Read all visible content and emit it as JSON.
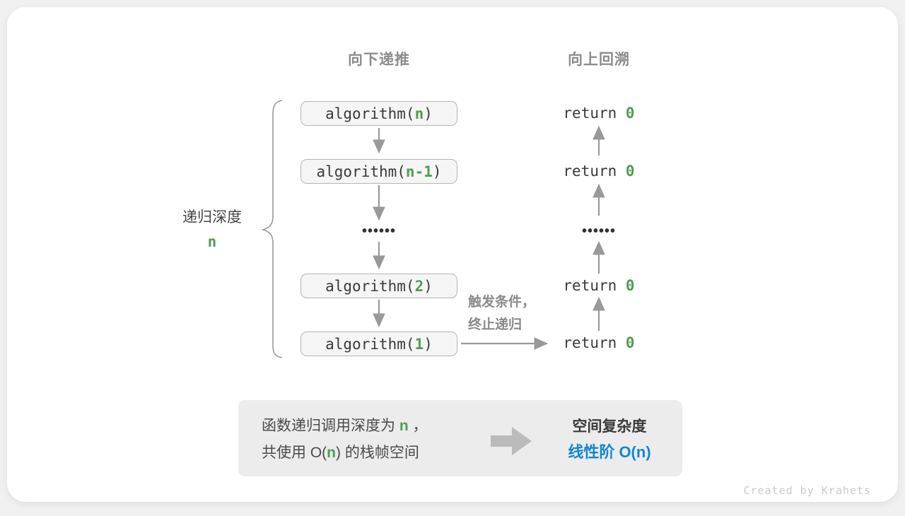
{
  "colors": {
    "accent_green": "#4f9e53",
    "accent_blue": "#1486d2",
    "muted_gray": "#8c8c8c",
    "arrow_gray": "#999999",
    "code_text": "#3a3a3a",
    "box_fill": "#f5f5f5",
    "box_border": "#b5b5b5",
    "summary_bg": "#ececec",
    "watermark_gray": "#c9c9c9"
  },
  "headers": {
    "downward": "向下递推",
    "upward": "向上回溯"
  },
  "depth_label": {
    "text": "递归深度",
    "value": "n"
  },
  "recursion_column": {
    "boxes": [
      {
        "pre": "algorithm(",
        "arg": "n",
        "post": ")"
      },
      {
        "pre": "algorithm(",
        "arg": "n-1",
        "post": ")"
      },
      {
        "pre": "algorithm(",
        "arg": "2",
        "post": ")"
      },
      {
        "pre": "algorithm(",
        "arg": "1",
        "post": ")"
      }
    ],
    "ellipsis": "••••••"
  },
  "return_column": {
    "items": [
      {
        "pre": "return ",
        "val": "0"
      },
      {
        "pre": "return ",
        "val": "0"
      },
      {
        "pre": "return ",
        "val": "0"
      },
      {
        "pre": "return ",
        "val": "0"
      }
    ],
    "ellipsis": "••••••"
  },
  "trigger_note": {
    "line1": "触发条件，",
    "line2": "终止递归"
  },
  "summary": {
    "line1": {
      "pre": "函数递归调用深度为 ",
      "arg": "n",
      "post": " ，"
    },
    "line2": {
      "pre": "共使用 O(",
      "arg": "n",
      "post": ") 的栈帧空间"
    },
    "result_title": "空间复杂度",
    "result_value": "线性阶 O(n)"
  },
  "watermark": "Created by Krahets"
}
